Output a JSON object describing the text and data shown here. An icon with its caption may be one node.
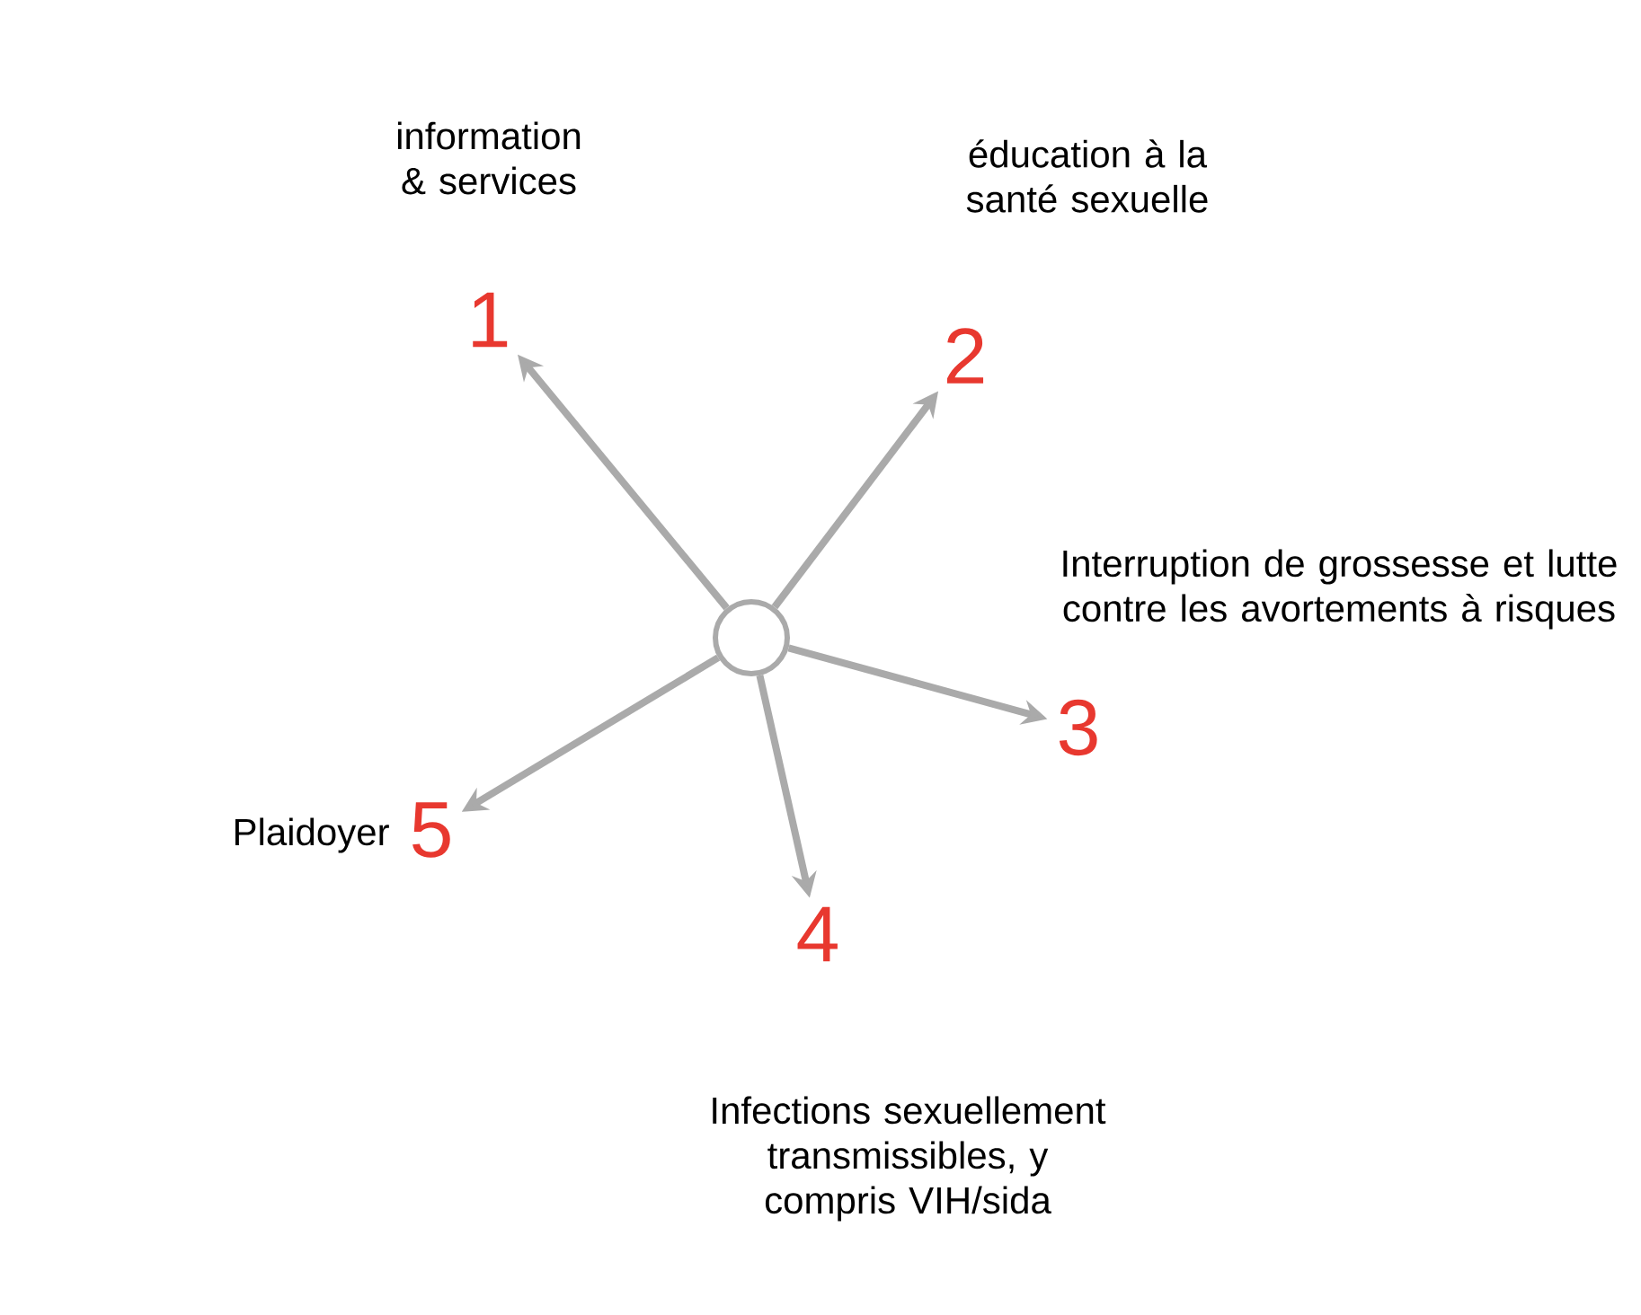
{
  "diagram": {
    "nodes": [
      {
        "text": [],
        "shape": "circle"
      },
      {
        "text": [
          "1"
        ],
        "beside": [
          "information & services"
        ]
      },
      {
        "text": [
          "2"
        ],
        "beside": [
          "éducation à la santé sexuelle"
        ]
      },
      {
        "text": [
          "3"
        ],
        "beside": [
          "Interruption de grossesse et lutte contre les avortements à risques"
        ]
      },
      {
        "text": [
          "4"
        ],
        "beside": [
          "Infections sexuellement transmissibles, y compris VIH/sida"
        ]
      },
      {
        "text": [
          "5"
        ],
        "beside": [
          "Plaidoyer"
        ]
      }
    ],
    "edges": [
      {
        "from": 0,
        "to": 1,
        "arrow": "to"
      },
      {
        "from": 0,
        "to": 2,
        "arrow": "to"
      },
      {
        "from": 0,
        "to": 3,
        "arrow": "to"
      },
      {
        "from": 0,
        "to": 4,
        "arrow": "to"
      },
      {
        "from": 0,
        "to": 5,
        "arrow": "to"
      }
    ]
  }
}
